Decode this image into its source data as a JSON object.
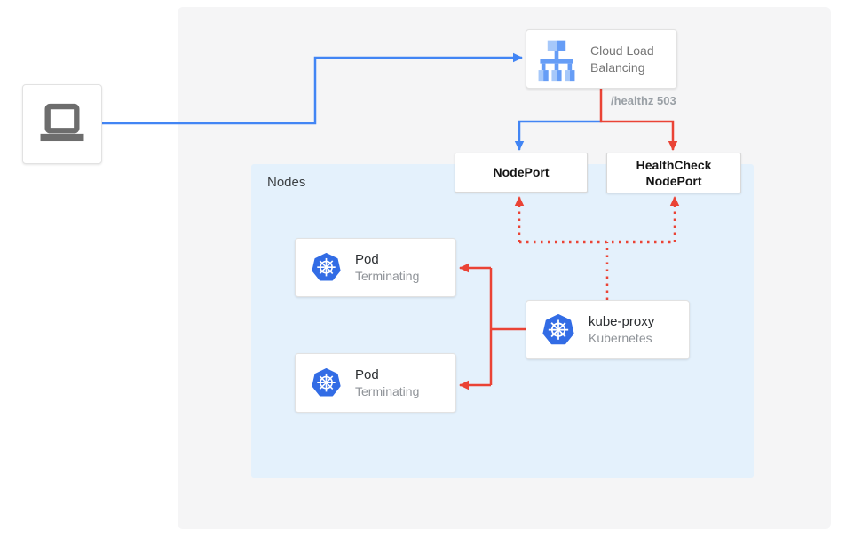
{
  "groups": {
    "nodes_label": "Nodes"
  },
  "labels": {
    "healthz": "/healthz 503"
  },
  "nodes": {
    "client": {
      "icon": "laptop-icon"
    },
    "cloud_load_balancing": {
      "label": "Cloud Load Balancing",
      "icon": "cloud-load-balancing-icon"
    },
    "nodeport": {
      "label": "NodePort"
    },
    "healthcheck_nodeport": {
      "label": "HealthCheck NodePort"
    },
    "pod1": {
      "title": "Pod",
      "status": "Terminating",
      "icon": "kubernetes-icon"
    },
    "pod2": {
      "title": "Pod",
      "status": "Terminating",
      "icon": "kubernetes-icon"
    },
    "kube_proxy": {
      "title": "kube-proxy",
      "subtitle": "Kubernetes",
      "icon": "kubernetes-icon"
    }
  },
  "colors": {
    "traffic_blue": "#4285f4",
    "error_red": "#ea4335",
    "kubernetes_blue": "#326ce5",
    "load_balancer_blue_light": "#a6c8fa",
    "load_balancer_blue": "#669df6",
    "nodes_group_bg": "#e4f1fc",
    "canvas_bg": "#f5f5f6",
    "laptop_gray": "#6d6d6d"
  }
}
